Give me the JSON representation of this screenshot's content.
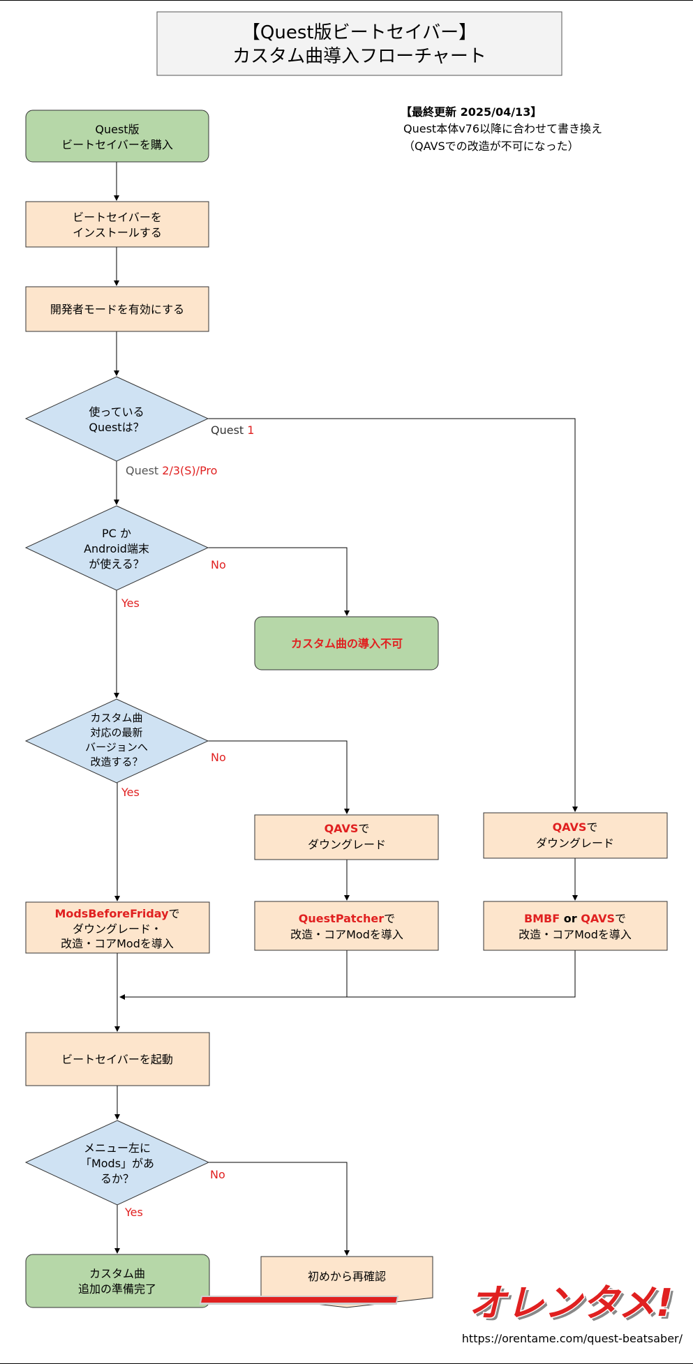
{
  "title": {
    "line1": "【Quest版ビートセイバー】",
    "line2": "カスタム曲導入フローチャート"
  },
  "update_note": {
    "heading": "【最終更新 2025/04/13】",
    "line1": "Quest本体v76以降に合わせて書き換え",
    "line2": "（QAVSでの改造が不可になった）"
  },
  "nodes": {
    "purchase": {
      "line1": "Quest版",
      "line2": "ビートセイバーを購入"
    },
    "install": {
      "line1": "ビートセイバーを",
      "line2": "インストールする"
    },
    "dev_mode": {
      "line1": "開発者モードを有効にする"
    },
    "which_quest": {
      "line1": "使っている",
      "line2": "Questは？"
    },
    "pc_android": {
      "line1": "PC か",
      "line2": "Android端末",
      "line3": "が使える？"
    },
    "not_possible": {
      "line1": "カスタム曲の導入不可"
    },
    "mod_latest": {
      "line1": "カスタム曲",
      "line2": "対応の最新",
      "line3": "バージョンへ",
      "line4": "改造する？"
    },
    "qavs_downgrade_1": {
      "red": "QAVS",
      "suffix": "で",
      "line2": "ダウングレード"
    },
    "qavs_downgrade_2": {
      "red": "QAVS",
      "suffix": "で",
      "line2": "ダウングレード"
    },
    "mbf": {
      "red": "ModsBeforeFriday",
      "suffix": "で",
      "line2": "ダウングレード・",
      "line3": "改造・コアModを導入"
    },
    "questpatcher": {
      "red": "QuestPatcher",
      "suffix": "で",
      "line2": "改造・コアModを導入"
    },
    "bmbf": {
      "red1": "BMBF",
      "mid": " or ",
      "red2": "QAVS",
      "suffix": "で",
      "line2": "改造・コアModを導入"
    },
    "launch": {
      "line1": "ビートセイバーを起動"
    },
    "mods_check": {
      "line1": "メニュー左に",
      "line2": "「Mods」があ",
      "line3": "るか？"
    },
    "ready": {
      "line1": "カスタム曲",
      "line2": "追加の準備完了"
    },
    "recheck": {
      "line1": "初めから再確認"
    }
  },
  "edge_labels": {
    "quest1_prefix": "Quest ",
    "quest1_value": "1",
    "quest2_prefix": "Quest ",
    "quest2_value": "2/3(S)/Pro",
    "pc_no": "No",
    "pc_yes": "Yes",
    "mod_no": "No",
    "mod_yes": "Yes",
    "mods_no": "No",
    "mods_yes": "Yes"
  },
  "footer": {
    "logo": "オレンタメ!",
    "url": "https://orentame.com/quest-beatsaber/"
  },
  "colors": {
    "green": "#b6d7a8",
    "orange": "#fde5cc",
    "blue": "#cfe2f3",
    "title_bg": "#f3f3f3",
    "red": "#e02020"
  }
}
